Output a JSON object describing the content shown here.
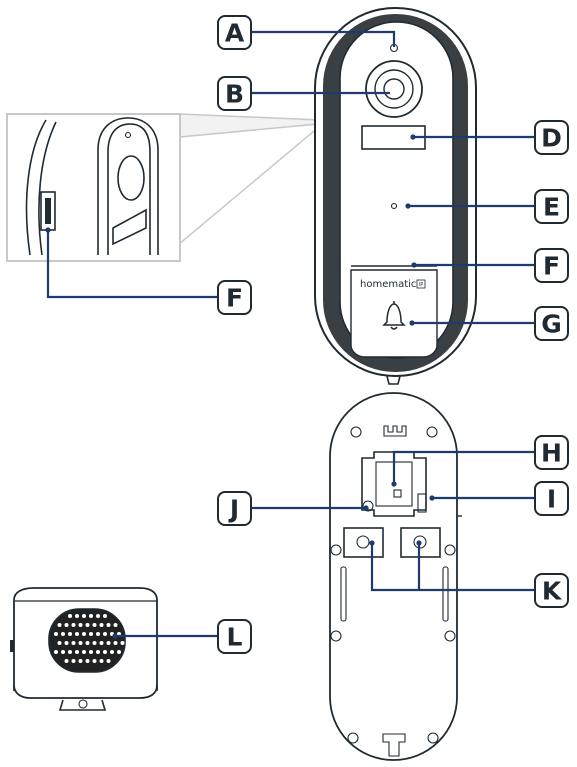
{
  "brand_text": "homematic",
  "brand_badge": "IP",
  "callouts": {
    "A": "A",
    "B": "B",
    "D": "D",
    "E": "E",
    "F1": "F",
    "F2": "F",
    "G": "G",
    "H": "H",
    "I": "I",
    "J": "J",
    "K": "K",
    "L": "L"
  }
}
